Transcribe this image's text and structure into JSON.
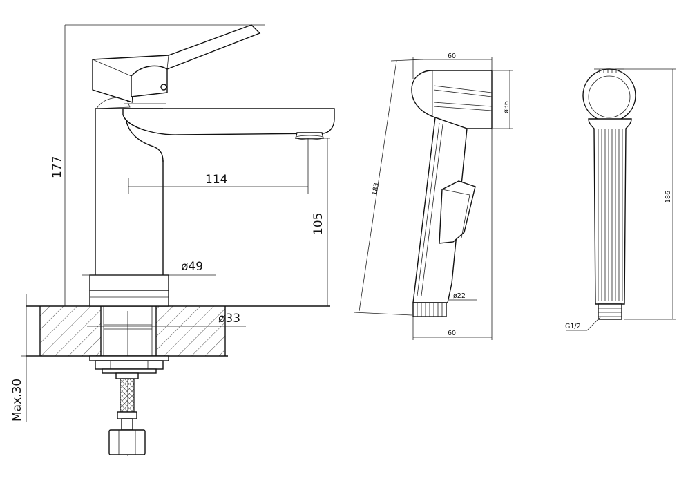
{
  "drawing": {
    "stroke_color": "#111111",
    "background": "#ffffff"
  },
  "faucet": {
    "height_label": "177",
    "reach_label": "114",
    "spout_height_label": "105",
    "base_diameter_label": "ø49",
    "shank_diameter_label": "ø33",
    "max_thickness_label": "Max.30"
  },
  "shower_side": {
    "width_top_label": "60",
    "width_bottom_label": "60",
    "length_label": "183",
    "head_diameter_label": "ø36",
    "thread_diameter_label": "ø22"
  },
  "shower_front": {
    "length_label": "186",
    "thread_label": "G1/2"
  }
}
